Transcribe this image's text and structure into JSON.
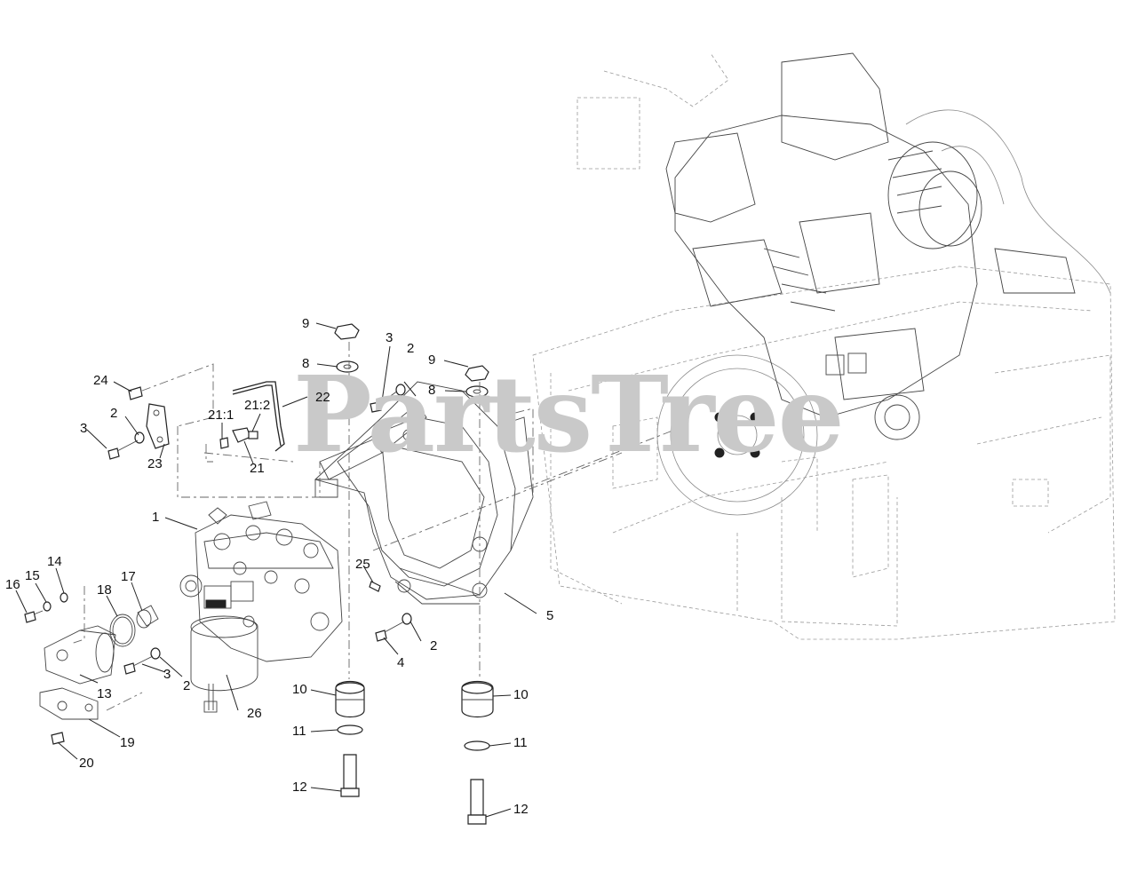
{
  "watermark": "PartsTree",
  "callouts": [
    {
      "id": "c1",
      "text": "1"
    },
    {
      "id": "c2a",
      "text": "2"
    },
    {
      "id": "c2b",
      "text": "2"
    },
    {
      "id": "c2c",
      "text": "2"
    },
    {
      "id": "c2d",
      "text": "2"
    },
    {
      "id": "c3a",
      "text": "3"
    },
    {
      "id": "c3b",
      "text": "3"
    },
    {
      "id": "c3c",
      "text": "3"
    },
    {
      "id": "c4",
      "text": "4"
    },
    {
      "id": "c5",
      "text": "5"
    },
    {
      "id": "c8a",
      "text": "8"
    },
    {
      "id": "c8b",
      "text": "8"
    },
    {
      "id": "c9a",
      "text": "9"
    },
    {
      "id": "c9b",
      "text": "9"
    },
    {
      "id": "c10a",
      "text": "10"
    },
    {
      "id": "c10b",
      "text": "10"
    },
    {
      "id": "c11a",
      "text": "11"
    },
    {
      "id": "c11b",
      "text": "11"
    },
    {
      "id": "c12a",
      "text": "12"
    },
    {
      "id": "c12b",
      "text": "12"
    },
    {
      "id": "c13",
      "text": "13"
    },
    {
      "id": "c14",
      "text": "14"
    },
    {
      "id": "c15",
      "text": "15"
    },
    {
      "id": "c16",
      "text": "16"
    },
    {
      "id": "c17",
      "text": "17"
    },
    {
      "id": "c18",
      "text": "18"
    },
    {
      "id": "c19",
      "text": "19"
    },
    {
      "id": "c20",
      "text": "20"
    },
    {
      "id": "c21",
      "text": "21"
    },
    {
      "id": "c21-1",
      "text": "21:1"
    },
    {
      "id": "c21-2",
      "text": "21:2"
    },
    {
      "id": "c22",
      "text": "22"
    },
    {
      "id": "c23",
      "text": "23"
    },
    {
      "id": "c24",
      "text": "24"
    },
    {
      "id": "c25",
      "text": "25"
    },
    {
      "id": "c26",
      "text": "26"
    }
  ]
}
